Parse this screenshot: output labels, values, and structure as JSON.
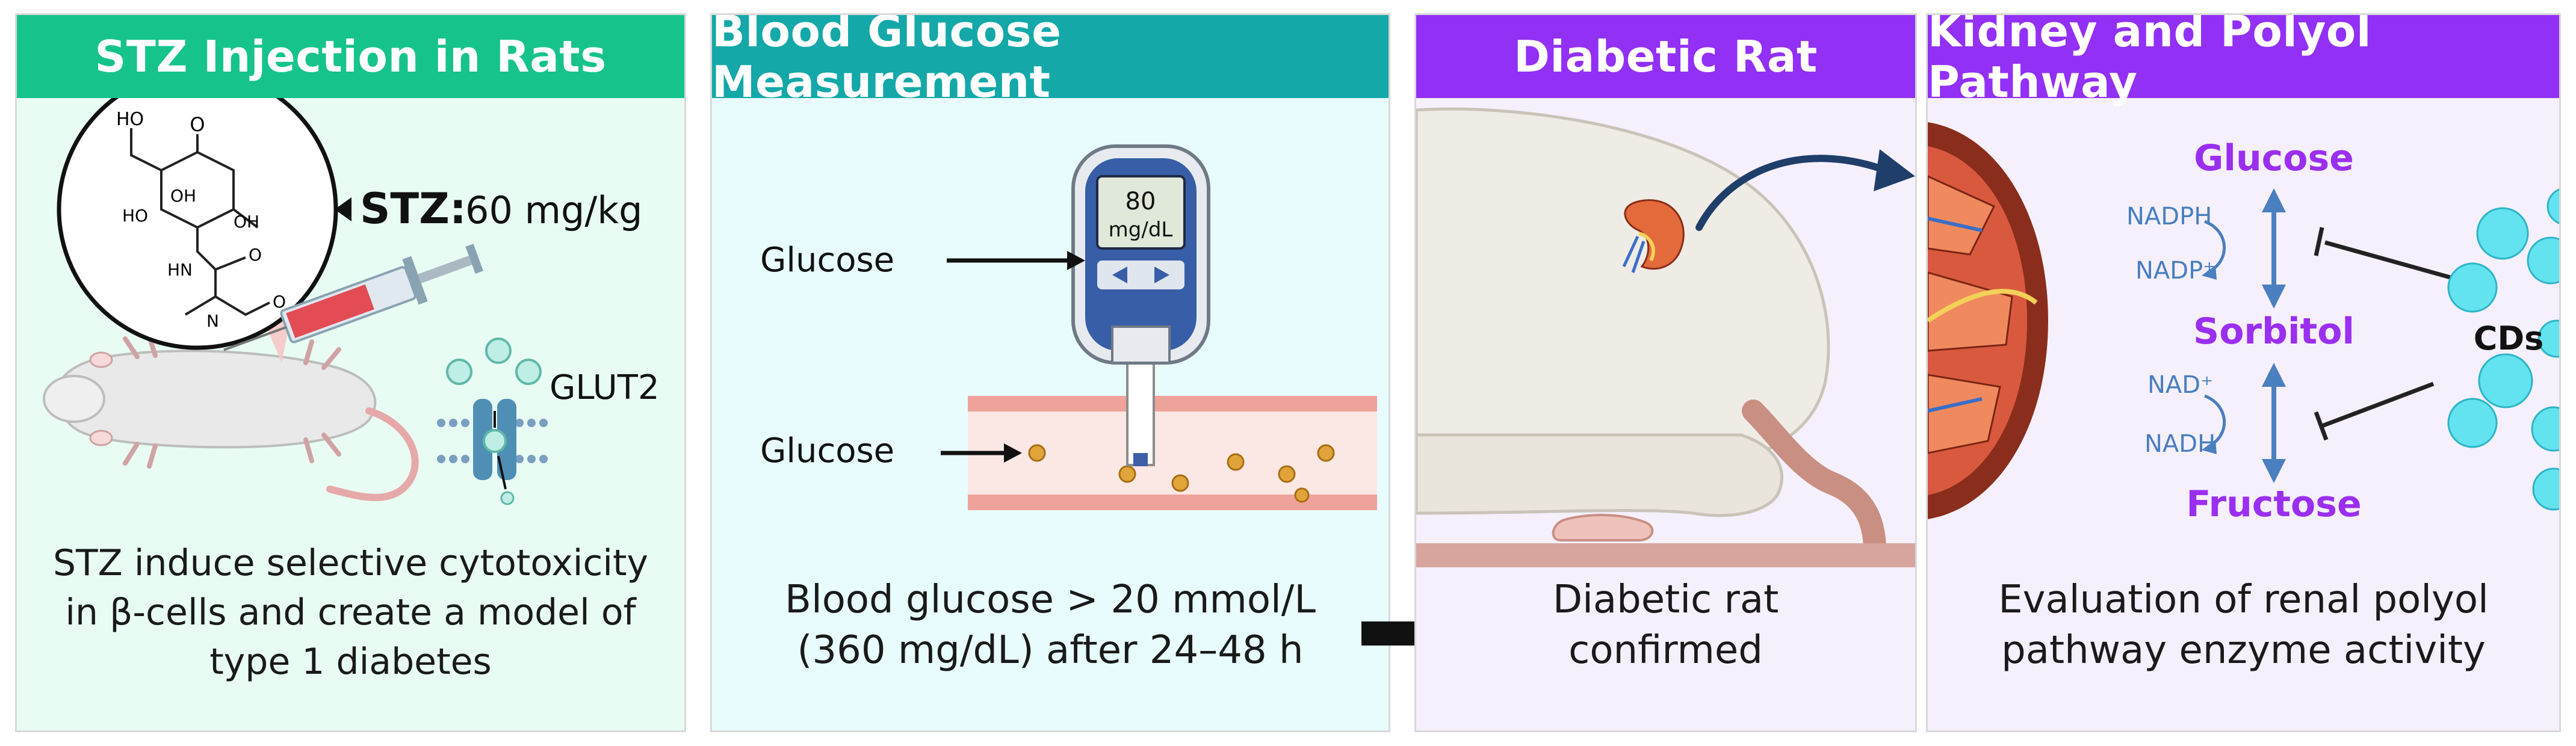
{
  "colors": {
    "panel1_header": "#16c38c",
    "panel2_header": "#14a8a8",
    "purple_header": "#9230f6",
    "pathway_text": "#9b2ff0",
    "cofactor_text": "#4a7fc0",
    "arrow_blue": "#4a7fc0"
  },
  "panels": {
    "stz": {
      "title": "STZ Injection in Rats",
      "dose_label": "STZ:",
      "dose_value": "60 mg/kg",
      "transporter_label": "GLUT2",
      "molecule_atoms": {
        "oh": "OH",
        "ho": "HO",
        "o": "O",
        "hn": "HN",
        "n": "N",
        "o2": "O"
      },
      "caption": [
        "STZ induce selective cytotoxicity",
        "in β-cells and create a model of",
        "type 1 diabetes"
      ]
    },
    "glucose": {
      "title": "Blood Glucose Measurement",
      "meter_value": "80",
      "meter_unit": "mg/dL",
      "label_top": "Glucose",
      "label_bottom": "Glucose",
      "caption": [
        "Blood glucose > 20 mmol/L",
        "(360 mg/dL) after 24–48 h"
      ]
    },
    "rat": {
      "title": "Diabetic Rat",
      "caption": [
        "Diabetic rat",
        "confirmed"
      ]
    },
    "kidney": {
      "title": "Kidney and Polyol Pathway",
      "glucose": "Glucose",
      "sorbitol": "Sorbitol",
      "fructose": "Fructose",
      "nadph": "NADPH",
      "nadp": "NADP⁺",
      "nad": "NAD⁺",
      "nadh": "NADH",
      "cds": "CDs",
      "caption": [
        "Evaluation of renal polyol",
        "pathway enzyme activity"
      ]
    }
  }
}
